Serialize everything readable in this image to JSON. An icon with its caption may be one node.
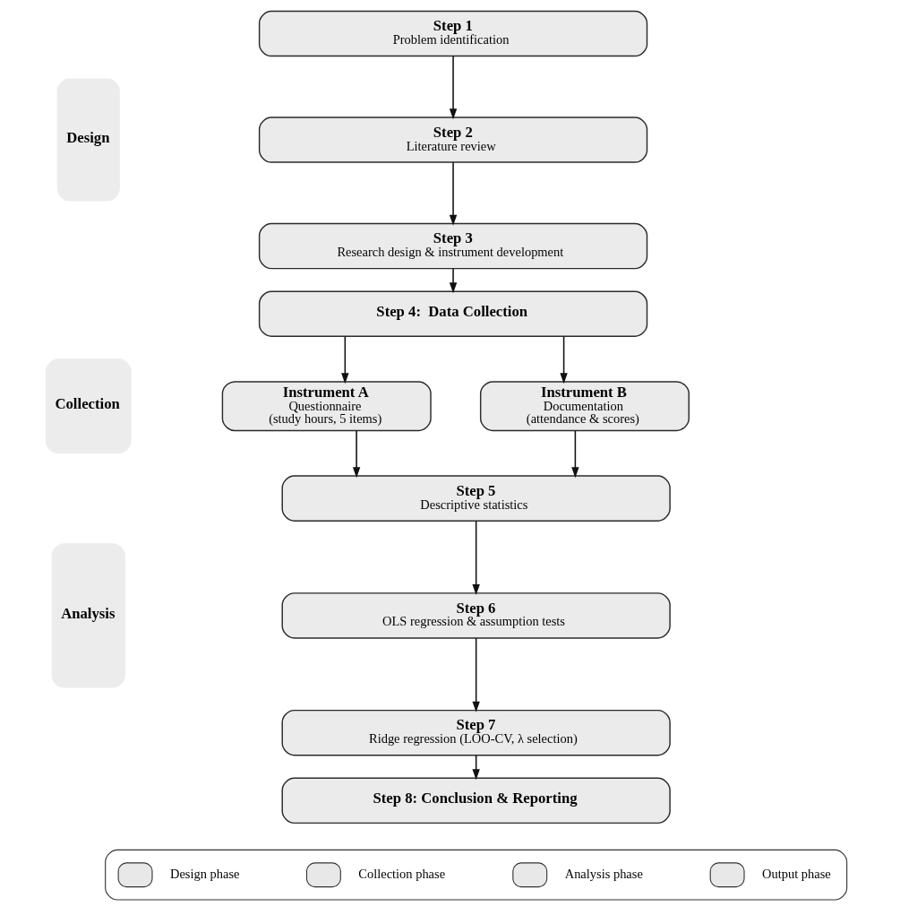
{
  "diagram": {
    "nodes": [
      {
        "text": [
          "Step 1",
          "Problem identification"
        ]
      },
      {
        "text": [
          "Step 2",
          "Literature review"
        ]
      },
      {
        "text": [
          "Step 3",
          "Research design & instrument development"
        ]
      },
      {
        "text": [
          "Step 4:  Data Collection"
        ]
      },
      {
        "text": [
          "Instrument A",
          "Questionnaire",
          "(study hours, 5 items)"
        ]
      },
      {
        "text": [
          "Instrument B",
          "Documentation",
          "(attendance & scores)"
        ]
      },
      {
        "text": [
          "Step 5",
          "Descriptive statistics"
        ]
      },
      {
        "text": [
          "Step 6",
          "OLS regression & assumption tests"
        ]
      },
      {
        "text": [
          "Step 7",
          "Ridge regression (LOO-CV, λ selection)"
        ]
      },
      {
        "text": [
          "Step 8: Conclusion & Reporting"
        ]
      },
      {
        "text": [
          "Design"
        ]
      },
      {
        "text": [
          "Collection"
        ]
      },
      {
        "text": [
          "Analysis"
        ]
      }
    ],
    "edges": [
      {
        "from": 0,
        "to": 1,
        "arrow": "to"
      },
      {
        "from": 1,
        "to": 2,
        "arrow": "to"
      },
      {
        "from": 2,
        "to": 3,
        "arrow": "to"
      },
      {
        "from": 3,
        "to": 4,
        "arrow": "to"
      },
      {
        "from": 3,
        "to": 5,
        "arrow": "to"
      },
      {
        "from": 4,
        "to": 6,
        "arrow": "to"
      },
      {
        "from": 5,
        "to": 6,
        "arrow": "to"
      },
      {
        "from": 6,
        "to": 7,
        "arrow": "to"
      },
      {
        "from": 7,
        "to": 8,
        "arrow": "to"
      },
      {
        "from": 8,
        "to": 9,
        "arrow": "to"
      }
    ],
    "legend": [
      {
        "text": "Design phase",
        "color": "#e8e8e8"
      },
      {
        "text": "Collection phase",
        "color": "#e8e8e8"
      },
      {
        "text": "Analysis phase",
        "color": "#e8e8e8"
      },
      {
        "text": "Output phase",
        "color": "#e8e8e8"
      }
    ]
  }
}
